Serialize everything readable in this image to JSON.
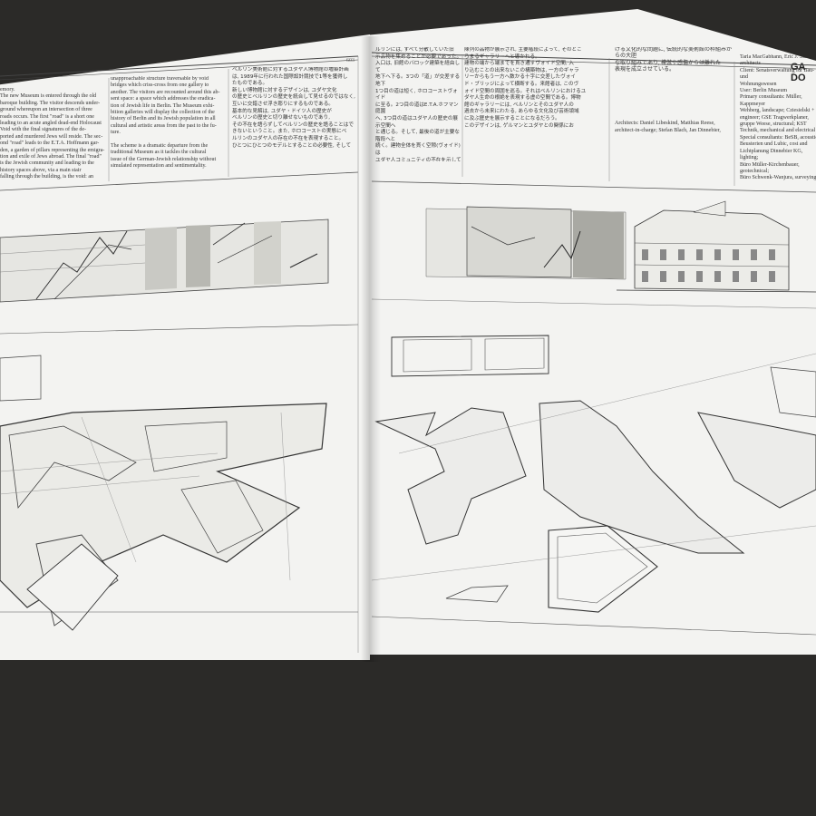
{
  "magazine": {
    "logo": "GA DO",
    "page_number": "603"
  },
  "left_page": {
    "col1_lines": [
      "emory.",
      "The new Museum is entered through the old",
      "baroque building. The visitor descends under-",
      "ground whereupon an intersection of three",
      "roads occurs. The first \"road\" is a short one",
      "leading to an acute angled dead-end Holocaust",
      "Void with the final signatures of the de-",
      "ported and murdered Jews will reside. The sec-",
      "ond \"road\" leads to the E.T.A. Hoffmann gar-",
      "den, a garden of pillars representing the emigra-",
      "tion and exile of Jews abroad. The final \"road\"",
      "is the Jewish community and leading to the",
      "history spaces above, via a main stair",
      "falling through the building, is the void: an"
    ],
    "col2_lines": [
      "unapproachable structure traversable by void",
      "bridges which criss-cross from one gallery to",
      "another. The visitors are recounted around this ab-",
      "sent space: a space which addresses the eradica-",
      "tion of Jewish life in Berlin. The Museum exhi-",
      "bition galleries will display the collection of the",
      "history of Berlin and its Jewish population in all",
      "cultural and artistic areas from the past to the fu-",
      "ture.",
      "",
      "The scheme is a dramatic departure from the",
      "traditional Museum as it tackles the cultural",
      "issue of the German-Jewish relationship without",
      "simulated representation and sentimentality."
    ],
    "col3_lines": [
      "ベルリン美術館に対するユダヤ人博物館の増築計画",
      "は, 1989年に行われた国際設計競技で1等を獲得し",
      "たものである。",
      "新しい博物館に対するデザインは, ユダヤ文化",
      "の歴史とベルリンの歴史を統合して見せるのではなく,",
      "互いに交錯させ浮き彫りにするものである。",
      "基本的な見解は, ユダヤ・ドイツ人の歴史が",
      "ベルリンの歴史と切り離せないものであり,",
      "その不在を語らずしてベルリンの歴史を語ることはで",
      "きないということ。また, ホロコーストの実態にベ",
      "ルリンのユダヤ人の存在の不在を表現すること。",
      "ひとつにひとつのモデルとすることの必要性, そして"
    ]
  },
  "right_page": {
    "col1_lines": [
      "ルリンには, すべて分散していた旧",
      "示品物を集めることが必要であった。",
      "入口は, 旧館のバロック建築を経由して",
      "地下へ下る。3つの「道」が交差する地下",
      "1つ目の道は短く, ホロコーストヴォイド",
      "に至る。2つ目の道はE.T.A.ホフマン庭園",
      "へ, 3つ目の道はユダヤ人の歴史の展示空間へ",
      "と通じる。そして, 最後の道が主要な階段へと",
      "続く。建物全体を貫く空隙(ヴォイド)は",
      "ユダヤ人コミュニティの不在を示している。"
    ],
    "col2_lines": [
      "陳列の品物が展示され, 主要階段によって, そのとこ",
      "ろまるギャラリーへと導かれる。",
      "建物の端から端までを貫き通すヴォイド空間, 入",
      "り込むことの出来ないこの構築物は, 一方のギャラ",
      "リーからもう一方へ数かる十字に交差したヴォイ",
      "ド・ブリッジによって横断する。来館者は, このヴ",
      "ォイド空間の周囲を巡る。それはベルリンにおけるユ",
      "ダヤ人生命の根絶を表現する虚の空間である。博物",
      "館のギャラリーには, ベルリンとそのユダヤ人の",
      "過去から未来にわたる, あらゆる文化及び芸術領域",
      "に及ぶ歴史を展示することになるだろう。",
      "このデザインは, ゲルマンとユダヤとの関係にお"
    ],
    "col3_lines": [
      "ける文化的な問題に, 伝統的な美術館の枠組みからの大胆",
      "な取り組みであり, 模倣や感傷からは離れた",
      "表現を成立させている。",
      "",
      "",
      "",
      "",
      "",
      "",
      "",
      "Architects: Daniel Libeskind, Matthias Reese,",
      "architect-in-charge; Stefan Blach, Jan Dinnebier,"
    ],
    "col4_lines": [
      "Tarla MacGabhann, Eric J. Schall,",
      "architects",
      "Client: Senatsverwaltung für Bau- und",
      "Wohnungswesen",
      "User: Berlin Museum",
      "Primary consultants: Müller, Kappmeyer",
      "Wehberg, landscape; Cziesielski +",
      "engineer; GSE Tragwerkplaner,",
      "gruppe Weese, structural; KST",
      "Technik, mechanical and electrical",
      "Special consultants: BeSB, acoustic;",
      "Beusterien und Lubic, cost and",
      "Lichtplanung Dinnebier KG, lighting;",
      "Büro Müller-Kirchenbauer, geotechnical;",
      "Büro Schwenk-Wanjura, surveying"
    ]
  },
  "colors": {
    "paper": "#f3f3f1",
    "table": "#2b2a28",
    "ink": "#333333"
  }
}
